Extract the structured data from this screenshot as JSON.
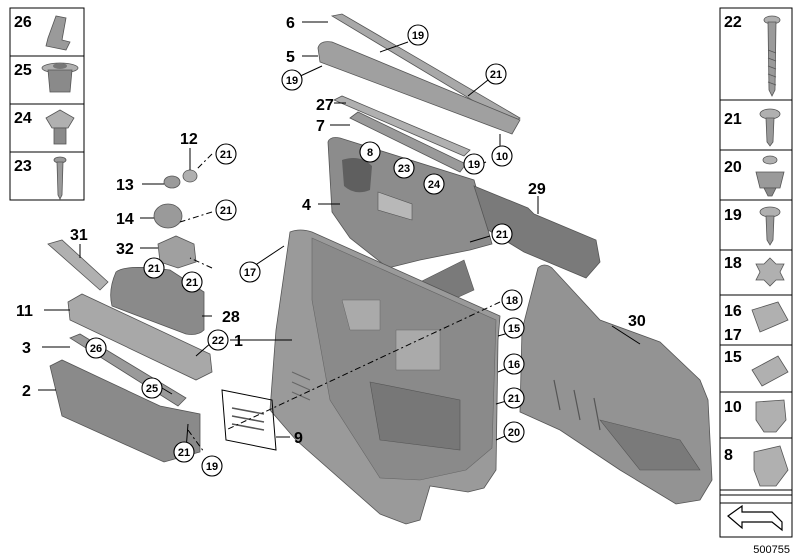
{
  "left_column_labels": [
    "26",
    "25",
    "24",
    "23"
  ],
  "right_column_labels": [
    "22",
    "21",
    "20",
    "19",
    "18",
    "16",
    "17",
    "15",
    "10",
    "8"
  ],
  "main_labels": {
    "l6": "6",
    "l5": "5",
    "l27": "27",
    "l7": "7",
    "l4": "4",
    "l29": "29",
    "l12": "12",
    "l13": "13",
    "l14": "14",
    "l31": "31",
    "l32": "32",
    "l11": "11",
    "l28": "28",
    "l1": "1",
    "l3": "3",
    "l2": "2",
    "l9": "9",
    "l30": "30"
  },
  "circle_labels": {
    "c19a": "19",
    "c19b": "19",
    "c21a": "21",
    "c10": "10",
    "c8": "8",
    "c23": "23",
    "c24": "24",
    "c19c": "19",
    "c21b": "21",
    "c21c": "21",
    "c21d": "21",
    "c17": "17",
    "c21e": "21",
    "c21f": "21",
    "c18": "18",
    "c15": "15",
    "c22": "22",
    "c26": "26",
    "c16": "16",
    "c25": "25",
    "c21g": "21",
    "c20": "20",
    "c21h": "21",
    "c19d": "19"
  },
  "diagram_id": "500755",
  "colors": {
    "part_fill": "#9a9a9a",
    "part_light": "#c4c4c4",
    "part_dark": "#6f6f6f"
  }
}
